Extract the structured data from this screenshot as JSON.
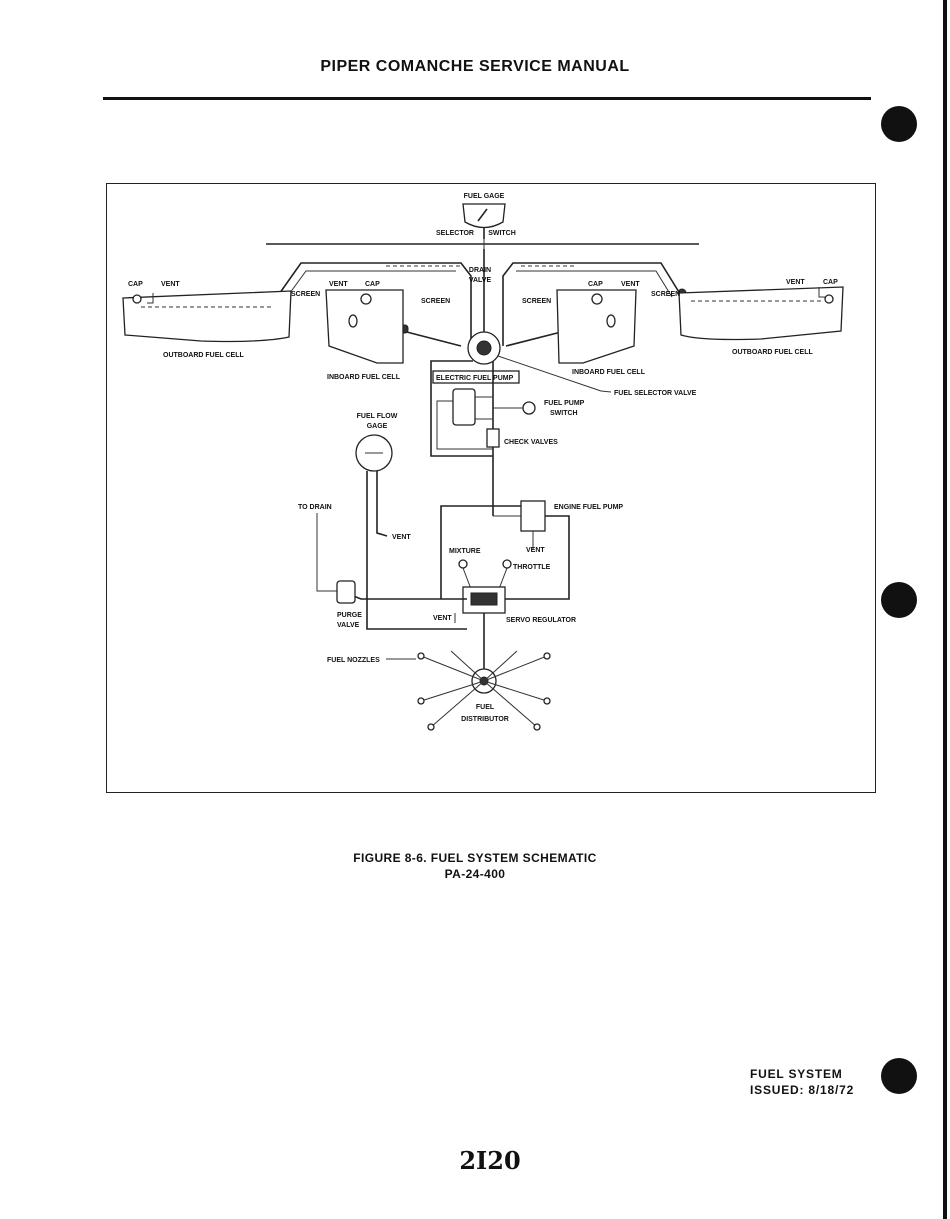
{
  "header": {
    "title": "PIPER COMANCHE SERVICE MANUAL"
  },
  "diagram": {
    "labels": {
      "fuel_gage": "FUEL GAGE",
      "selector": "SELECTOR",
      "switch": "SWITCH",
      "drain_valve_1": "DRAIN",
      "drain_valve_2": "VALVE",
      "cap_left": "CAP",
      "vent_left": "VENT",
      "screen_left": "SCREEN",
      "vent_inboard_left": "VENT",
      "cap_inboard_left": "CAP",
      "screen_inboard_left": "SCREEN",
      "screen_inboard_right": "SCREEN",
      "cap_inboard_right": "CAP",
      "vent_inboard_right": "VENT",
      "screen_right": "SCREEN",
      "vent_right": "VENT",
      "cap_right": "CAP",
      "outboard_fuel_cell_left": "OUTBOARD FUEL CELL",
      "outboard_fuel_cell_right": "OUTBOARD FUEL CELL",
      "inboard_fuel_cell_left": "INBOARD FUEL CELL",
      "inboard_fuel_cell_right": "INBOARD FUEL CELL",
      "electric_fuel_pump": "ELECTRIC FUEL PUMP",
      "fuel_selector_valve": "FUEL SELECTOR VALVE",
      "fuel_flow_1": "FUEL FLOW",
      "fuel_flow_2": "GAGE",
      "fuel_pump_switch_1": "FUEL PUMP",
      "fuel_pump_switch_2": "SWITCH",
      "check_valves": "CHECK VALVES",
      "to_drain": "TO DRAIN",
      "engine_fuel_pump": "ENGINE FUEL PUMP",
      "vent_flow": "VENT",
      "mixture": "MIXTURE",
      "vent_engine": "VENT",
      "throttle": "THROTTLE",
      "purge_valve_1": "PURGE",
      "purge_valve_2": "VALVE",
      "vent_servo": "VENT",
      "servo_regulator": "SERVO REGULATOR",
      "fuel_nozzles": "FUEL NOZZLES",
      "fuel_distributor_1": "FUEL",
      "fuel_distributor_2": "DISTRIBUTOR"
    }
  },
  "caption": {
    "line1": "FIGURE 8-6.  FUEL SYSTEM SCHEMATIC",
    "line2": "PA-24-400"
  },
  "footer": {
    "section": "FUEL SYSTEM",
    "issued": "ISSUED: 8/18/72"
  },
  "page_number": "2I20"
}
